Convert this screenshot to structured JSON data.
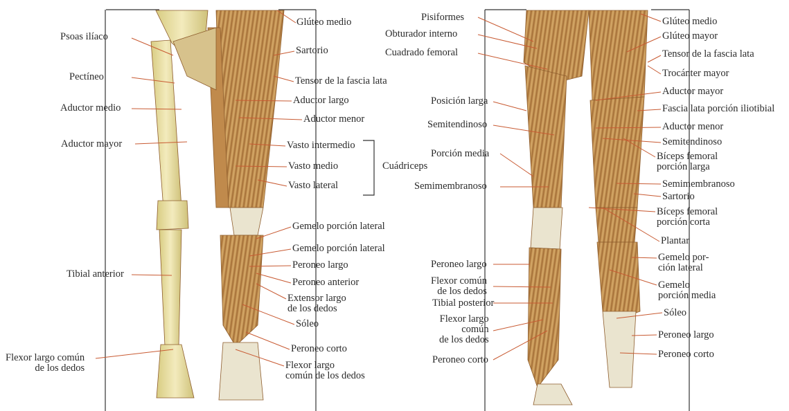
{
  "anterior": {
    "left_labels": [
      {
        "id": "psoas-iliaco",
        "lines": [
          "Psoas ilíaco"
        ]
      },
      {
        "id": "pectineo",
        "lines": [
          "Pectíneo"
        ]
      },
      {
        "id": "aductor-medio",
        "lines": [
          "Aductor medio"
        ]
      },
      {
        "id": "aductor-mayor",
        "lines": [
          "Aductor mayor"
        ]
      },
      {
        "id": "tibial-anterior",
        "lines": [
          "Tibial anterior"
        ]
      },
      {
        "id": "flexor-largo-comun-izq",
        "lines": [
          "Flexor largo común",
          "de los dedos"
        ]
      }
    ],
    "right_labels": [
      {
        "id": "gluteo-medio",
        "lines": [
          "Glúteo medio"
        ]
      },
      {
        "id": "sartorio",
        "lines": [
          "Sartorio"
        ]
      },
      {
        "id": "tensor-fascia-lata",
        "lines": [
          "Tensor de la fascia lata"
        ]
      },
      {
        "id": "aductor-largo",
        "lines": [
          "Aductor largo"
        ]
      },
      {
        "id": "aductor-menor",
        "lines": [
          "Aductor menor"
        ]
      },
      {
        "id": "vasto-intermedio",
        "lines": [
          "Vasto intermedio"
        ]
      },
      {
        "id": "vasto-medio",
        "lines": [
          "Vasto medio"
        ]
      },
      {
        "id": "vasto-lateral",
        "lines": [
          "Vasto lateral"
        ]
      },
      {
        "id": "gemelo-lateral-1",
        "lines": [
          "Gemelo porción lateral"
        ]
      },
      {
        "id": "gemelo-lateral-2",
        "lines": [
          "Gemelo porción lateral"
        ]
      },
      {
        "id": "peroneo-largo",
        "lines": [
          "Peroneo largo"
        ]
      },
      {
        "id": "peroneo-anterior",
        "lines": [
          "Peroneo anterior"
        ]
      },
      {
        "id": "extensor-largo",
        "lines": [
          "Extensor largo",
          "de los dedos"
        ]
      },
      {
        "id": "soleo",
        "lines": [
          "Sóleo"
        ]
      },
      {
        "id": "peroneo-corto",
        "lines": [
          "Peroneo corto"
        ]
      },
      {
        "id": "flexor-largo-comun-der",
        "lines": [
          "Flexor largo",
          "común de los dedos"
        ]
      }
    ],
    "group_label": "Cuádriceps"
  },
  "posterior": {
    "left_labels": [
      {
        "id": "piriformes",
        "lines": [
          "Pisiformes"
        ]
      },
      {
        "id": "obturador-interno",
        "lines": [
          "Obturador interno"
        ]
      },
      {
        "id": "cuadrado-femoral",
        "lines": [
          "Cuadrado femoral"
        ]
      },
      {
        "id": "posicion-larga",
        "lines": [
          "Posición larga"
        ]
      },
      {
        "id": "semitendinoso-izq",
        "lines": [
          "Semitendinoso"
        ]
      },
      {
        "id": "porcion-media",
        "lines": [
          "Porción media"
        ]
      },
      {
        "id": "semimembranoso-izq",
        "lines": [
          "Semimembranoso"
        ]
      },
      {
        "id": "peroneo-largo-izq",
        "lines": [
          "Peroneo largo"
        ]
      },
      {
        "id": "flexor-comun",
        "lines": [
          "Flexor común",
          "de los dedos"
        ]
      },
      {
        "id": "tibial-posterior",
        "lines": [
          "Tibial posterior"
        ]
      },
      {
        "id": "flexor-largo-comun",
        "lines": [
          "Flexor largo",
          "común",
          "de los dedos"
        ]
      },
      {
        "id": "peroneo-corto-izq",
        "lines": [
          "Peroneo corto"
        ]
      }
    ],
    "right_labels": [
      {
        "id": "gluteo-medio-p",
        "lines": [
          "Glúteo medio"
        ]
      },
      {
        "id": "gluteo-mayor",
        "lines": [
          "Glúteo mayor"
        ]
      },
      {
        "id": "tensor-fascia-lata-p",
        "lines": [
          "Tensor de la fascia lata"
        ]
      },
      {
        "id": "trocanter-mayor",
        "lines": [
          "Trocánter mayor"
        ]
      },
      {
        "id": "aductor-mayor-p",
        "lines": [
          "Aductor mayor"
        ]
      },
      {
        "id": "fascia-lata-iliotibial",
        "lines": [
          "Fascia lata porción iliotibial"
        ]
      },
      {
        "id": "aductor-menor-p",
        "lines": [
          "Aductor menor"
        ]
      },
      {
        "id": "semitendinoso-der",
        "lines": [
          "Semitendinoso"
        ]
      },
      {
        "id": "biceps-larga",
        "lines": [
          "Bíceps femoral",
          "porción larga"
        ]
      },
      {
        "id": "semimembranoso-der",
        "lines": [
          "Semimembranoso"
        ]
      },
      {
        "id": "sartorio-p",
        "lines": [
          "Sartorio"
        ]
      },
      {
        "id": "biceps-corta",
        "lines": [
          "Bíceps femoral",
          "porción corta"
        ]
      },
      {
        "id": "plantar",
        "lines": [
          "Plantar"
        ]
      },
      {
        "id": "gemelo-lateral-p",
        "lines": [
          "Gemelo por-",
          "ción lateral"
        ]
      },
      {
        "id": "gemelo-media",
        "lines": [
          "Gemelo",
          "porción media"
        ]
      },
      {
        "id": "soleo-p",
        "lines": [
          "Sóleo"
        ]
      },
      {
        "id": "peroneo-largo-der",
        "lines": [
          "Peroneo largo"
        ]
      },
      {
        "id": "peroneo-corto-der",
        "lines": [
          "Peroneo corto"
        ]
      }
    ]
  },
  "colors": {
    "bone": "#e9dfa0",
    "muscle": "#c9995a",
    "muscle_dark": "#8d5c2c",
    "tendon": "#eae4cf",
    "leader": "#c85a32",
    "frame": "#333333"
  }
}
